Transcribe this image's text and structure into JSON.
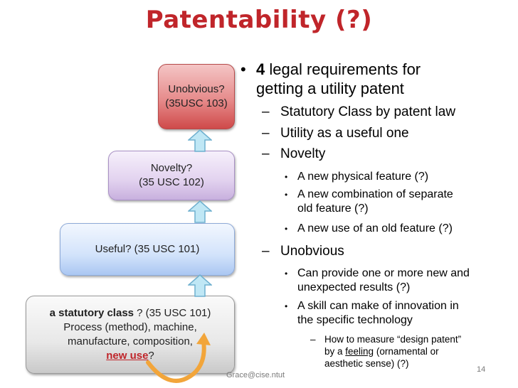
{
  "title": "Patentability (?)",
  "pyramid": {
    "top_line1": "Unobvious?",
    "top_line2": "(35USC 103)",
    "novelty_line1": "Novelty?",
    "novelty_line2": "(35 USC 102)",
    "useful": "Useful? (35 USC 101)",
    "base_bold": "a statutory class",
    "base_rest": " ? (35 USC 101)",
    "base_line2": "Process (method), machine,",
    "base_line3": "manufacture, composition,",
    "base_new_use": "new use",
    "base_q": "?"
  },
  "bullets": {
    "main_num": "4",
    "main_text_a": " legal requirements for",
    "main_text_b": "getting a utility patent",
    "statutory": "Statutory Class by patent law",
    "utility": "Utility as a useful one",
    "novelty": "Novelty",
    "nov_1": "A new physical feature (?)",
    "nov_2a": "A new combination of separate",
    "nov_2b": "old feature (?)",
    "nov_3": "A new use of an old feature (?)",
    "unobvious": "Unobvious",
    "unob_1a": "Can provide one or more new and",
    "unob_1b": "unexpected results (?)",
    "unob_2a": "A skill can make of innovation in",
    "unob_2b": "the specific technology",
    "sub_a": "How to measure “design patent”",
    "sub_b_pre": "by a ",
    "sub_b_feeling": "feeling",
    "sub_b_post": " (ornamental or",
    "sub_c": "aesthetic sense) (?)"
  },
  "footer": "Grace@cise.ntut",
  "page_number": "14",
  "colors": {
    "title": "#c0252a",
    "arrow_fill": "#bfe7f5",
    "arrow_stroke": "#6fb0cf",
    "curved_arrow": "#f2a53a"
  }
}
